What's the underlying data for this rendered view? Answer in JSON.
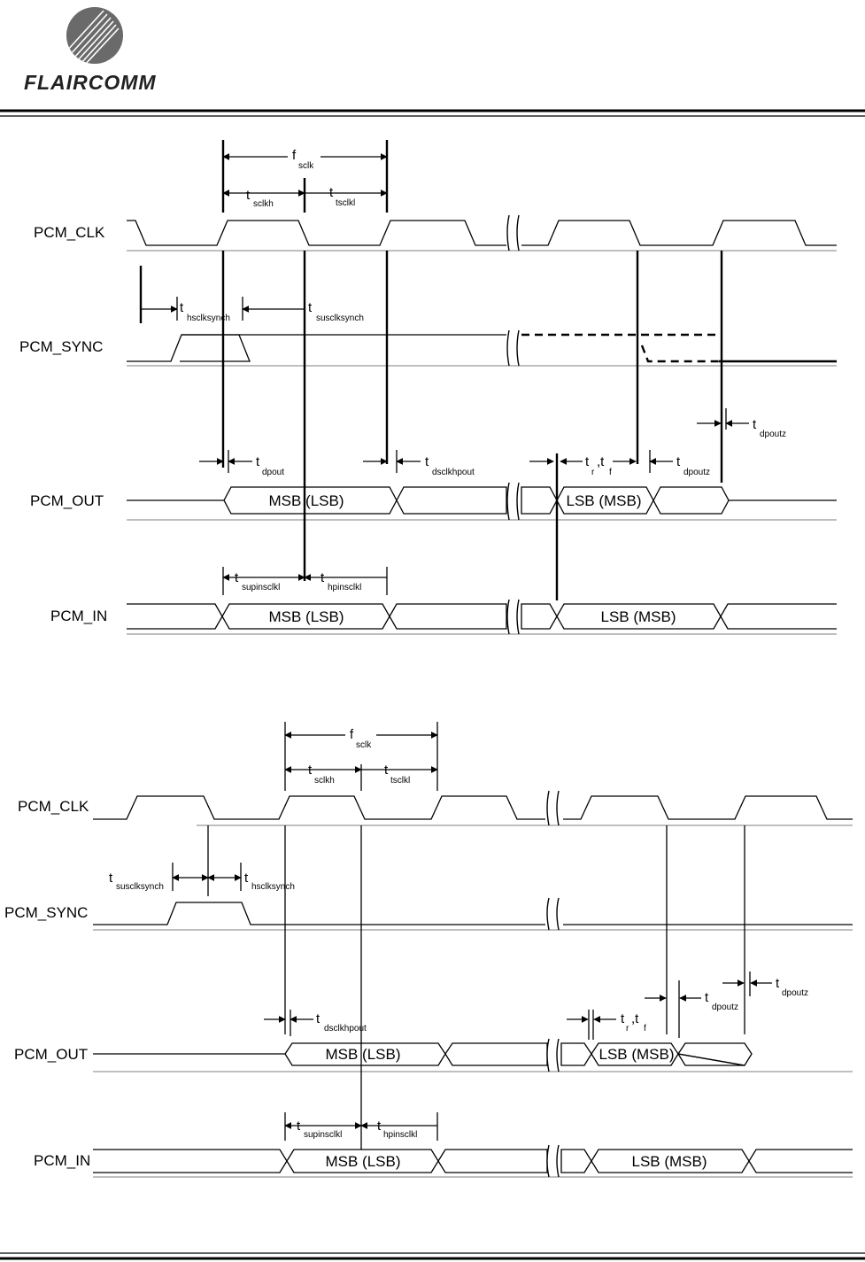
{
  "header": {
    "logo_text": "FLAIRCOMM",
    "logo_icon": "flaircomm-sphere-logo"
  },
  "diagrams": [
    {
      "signals": {
        "clk": "PCM_CLK",
        "sync": "PCM_SYNC",
        "out": "PCM_OUT",
        "in": "PCM_IN"
      },
      "out_cells": [
        "MSB (LSB)",
        "LSB (MSB)"
      ],
      "in_cells": [
        "MSB (LSB)",
        "LSB (MSB)"
      ]
    },
    {
      "signals": {
        "clk": "PCM_CLK",
        "sync": "PCM_SYNC",
        "out": "PCM_OUT",
        "in": "PCM_IN"
      },
      "out_cells": [
        "MSB (LSB)",
        "LSB (MSB)"
      ],
      "in_cells": [
        "MSB (LSB)",
        "LSB (MSB)"
      ]
    }
  ],
  "timing": {
    "f_sclk": {
      "main": "f",
      "sub": "sclk"
    },
    "t_sclkh": {
      "main": "t",
      "sub": "sclkh"
    },
    "t_tsclkl": {
      "main": "t",
      "sub": "tsclkl"
    },
    "t_hsclksynch": {
      "main": "t",
      "sub": "hsclksynch"
    },
    "t_susclksynch": {
      "main": "t",
      "sub": "susclksynch"
    },
    "t_dpout": {
      "main": "t",
      "sub": "dpout"
    },
    "t_dsclkhpout": {
      "main": "t",
      "sub": "dsclkhpout"
    },
    "t_r": {
      "main": "t",
      "sub": "r"
    },
    "t_f": {
      "main": ",t",
      "sub": "f"
    },
    "t_dpoutz": {
      "main": "t",
      "sub": "dpoutz"
    },
    "t_supinsclkl": {
      "main": "t",
      "sub": "supinsclkl"
    },
    "t_hpinsclkl": {
      "main": "t",
      "sub": "hpinsclkl"
    }
  }
}
